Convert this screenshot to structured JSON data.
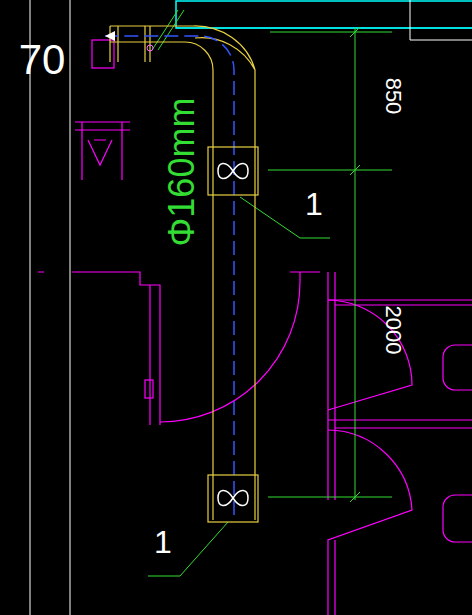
{
  "diagram": {
    "labels": [
      "70",
      "Φ160mm",
      "850",
      "2000",
      "1",
      "1"
    ]
  }
}
